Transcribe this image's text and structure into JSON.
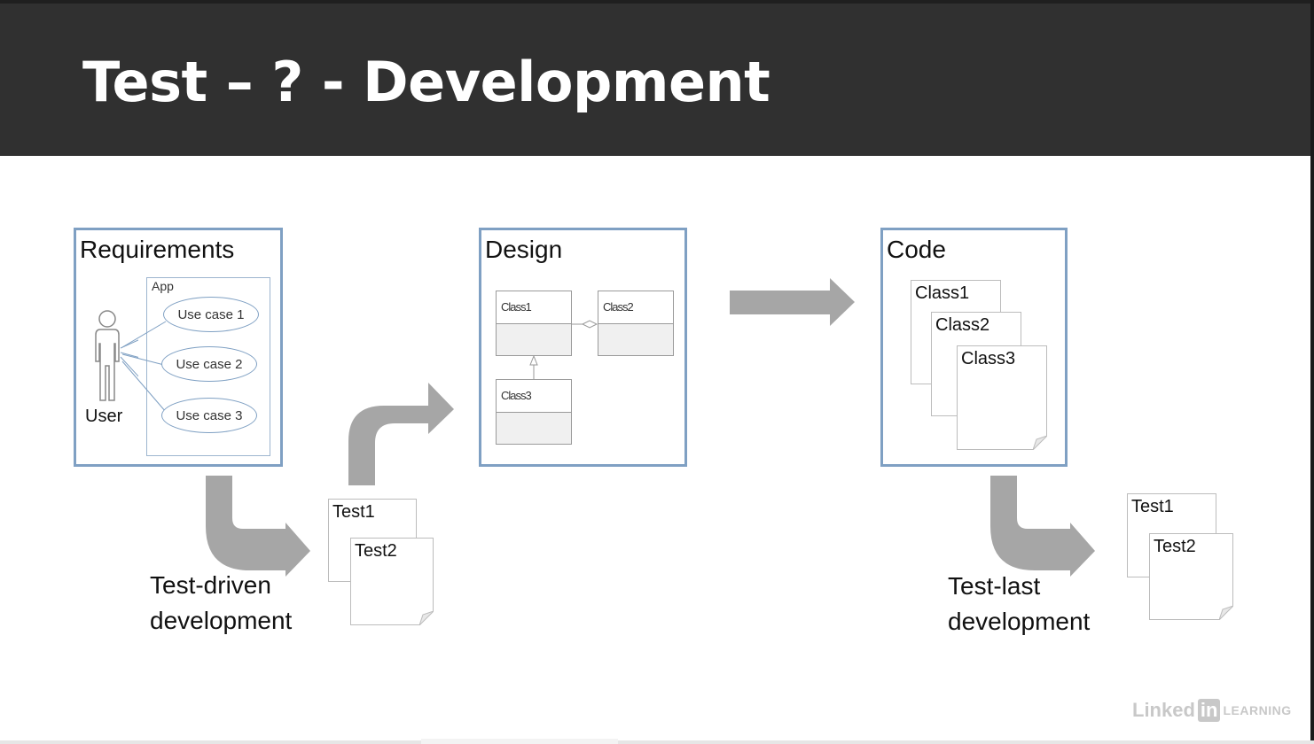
{
  "title": "Test – ? - Development",
  "requirements": {
    "title": "Requirements",
    "system_label": "App",
    "actor_label": "User",
    "use_cases": [
      "Use case 1",
      "Use case 2",
      "Use case 3"
    ]
  },
  "design": {
    "title": "Design",
    "classes": [
      "Class1",
      "Class2",
      "Class3"
    ]
  },
  "code": {
    "title": "Code",
    "files": [
      "Class1",
      "Class2",
      "Class3"
    ]
  },
  "tdd": {
    "label_line1": "Test-driven",
    "label_line2": "development",
    "tests": [
      "Test1",
      "Test2"
    ]
  },
  "tld": {
    "label_line1": "Test-last",
    "label_line2": "development",
    "tests": [
      "Test1",
      "Test2"
    ]
  },
  "watermark": {
    "linked": "Linked",
    "in": "in",
    "learning": "LEARNING"
  },
  "colors": {
    "header_bg": "#303030",
    "box_border": "#7fa0c3",
    "arrow": "#a6a6a6"
  }
}
